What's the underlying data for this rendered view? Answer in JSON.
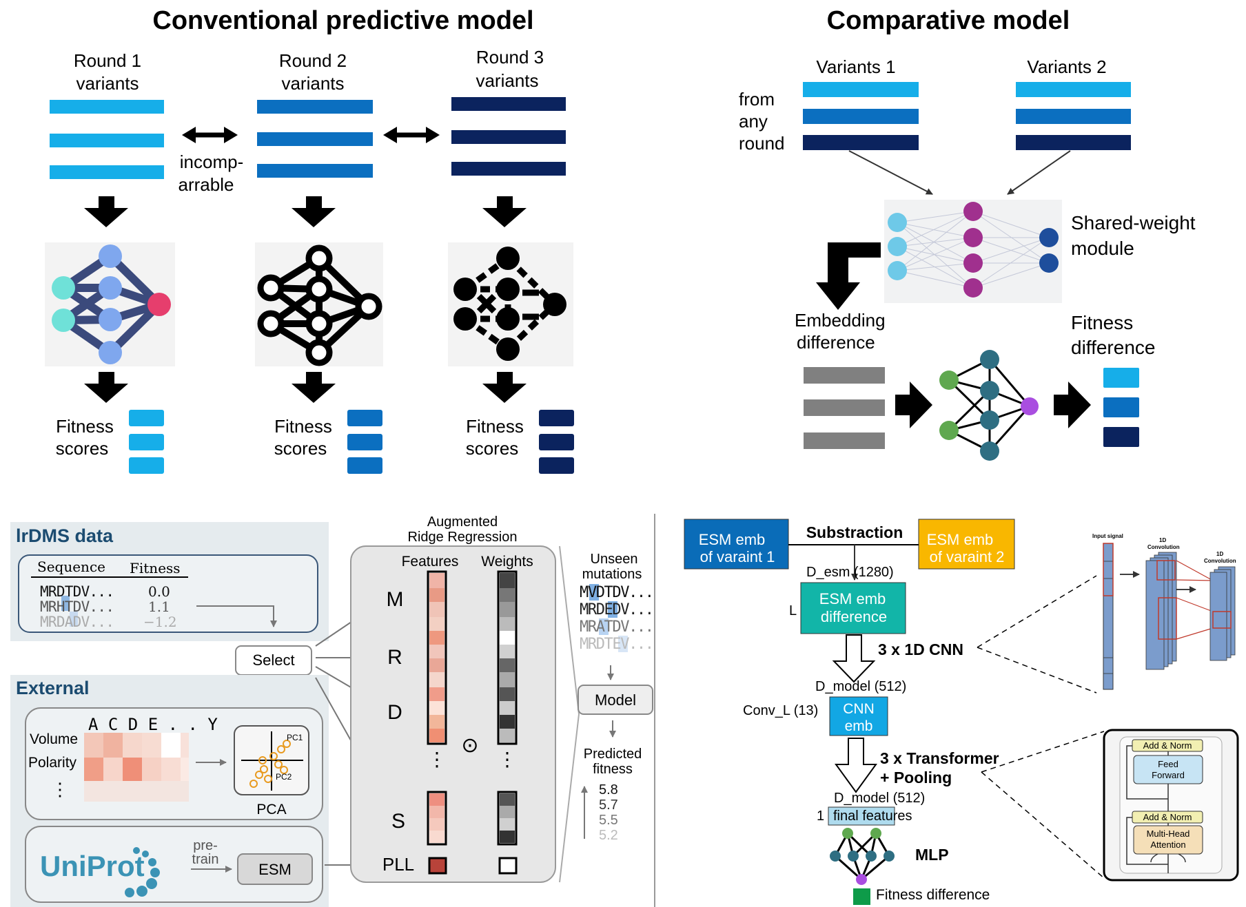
{
  "conventional": {
    "title": "Conventional predictive model",
    "round1": [
      "Round 1",
      "variants"
    ],
    "round2": [
      "Round 2",
      "variants"
    ],
    "round3": [
      "Round 3",
      "variants"
    ],
    "incomparable": [
      "incomp-",
      "arrable"
    ],
    "fitness": [
      "Fitness",
      "scores"
    ]
  },
  "comparative": {
    "title": "Comparative model",
    "variants1": "Variants 1",
    "variants2": "Variants 2",
    "from_any_round": [
      "from",
      "any",
      "round"
    ],
    "shared_weight": [
      "Shared-weight",
      "module"
    ],
    "embedding_difference": [
      "Embedding",
      "difference"
    ],
    "fitness_difference": [
      "Fitness",
      "difference"
    ]
  },
  "pipeline": {
    "lrdms_title": "lrDMS data",
    "seq_header": "Sequence",
    "fit_header": "Fitness",
    "rows": [
      {
        "seq": "MRDTDV...",
        "fit": "0.0"
      },
      {
        "seq": "MRHTDV...",
        "fit": "1.1"
      },
      {
        "seq": "MRDADV...",
        "fit": "−1.2"
      }
    ],
    "external_title": "External",
    "aa_header": "A C D E . . Y",
    "volume": "Volume",
    "polarity": "Polarity",
    "vdots": "⋮",
    "pc1": "PC1",
    "pc2": "PC2",
    "pca": "PCA",
    "uniprot": "UniProt",
    "pretrain": [
      "pre-",
      "train"
    ],
    "esm": "ESM",
    "select": "Select",
    "ridge_title": [
      "Augmented",
      "Ridge Regression"
    ],
    "features": "Features",
    "weights": "Weights",
    "row_labels": [
      "M",
      "R",
      "D",
      "S",
      "PLL"
    ],
    "odot": "⊙",
    "unseen": [
      "Unseen",
      "mutations"
    ],
    "unseen_seqs": [
      "MVDTDV...",
      "MRDEDV...",
      "MRATDV...",
      "MRDTEV..."
    ],
    "model": "Model",
    "predicted": [
      "Predicted",
      "fitness"
    ],
    "pred_values": [
      "5.8",
      "5.7",
      "5.5",
      "5.2"
    ]
  },
  "architecture": {
    "esm_emb1": [
      "ESM emb",
      "of varaint 1"
    ],
    "esm_emb2": [
      "ESM emb",
      "of varaint 2"
    ],
    "substraction": "Substraction",
    "d_esm": "D_esm (1280)",
    "esm_diff": [
      "ESM emb",
      "difference"
    ],
    "L": "L",
    "cnn_label": "3 x 1D CNN",
    "d_model1": "D_model (512)",
    "conv_l": "Conv_L (13)",
    "cnn_emb": [
      "CNN",
      "emb"
    ],
    "transformer_label": [
      "3 x Transformer",
      "+ Pooling"
    ],
    "d_model2": "D_model (512)",
    "one": "1",
    "final_features": "final features",
    "mlp": "MLP",
    "fitness_difference": "Fitness difference",
    "input_signal": "Input signal",
    "conv1d": [
      "1D",
      "Convolution"
    ],
    "add_norm": "Add & Norm",
    "feed_forward": [
      "Feed",
      "Forward"
    ],
    "multi_head": [
      "Multi-Head",
      "Attention"
    ]
  },
  "colors": {
    "light_blue": "#16aee9",
    "mid_blue": "#0b6fc0",
    "dark_navy": "#0b235e",
    "teal": "#12b5a8",
    "esm_blue": "#0a6cb8",
    "esm_yellow": "#f9b700",
    "cnn_blue": "#12a7e4",
    "green": "#0e9b49",
    "panel_gray": "#e5ebee"
  }
}
